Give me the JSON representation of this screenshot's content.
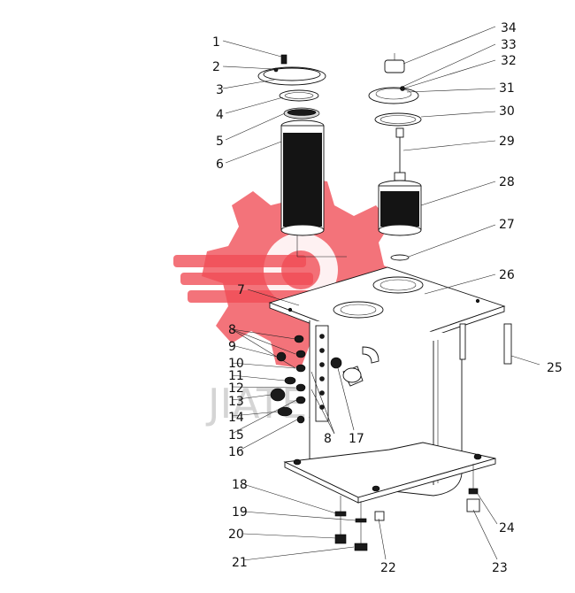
{
  "diagram": {
    "callouts": [
      "1",
      "2",
      "3",
      "4",
      "5",
      "6",
      "7",
      "8",
      "9",
      "10",
      "11",
      "12",
      "13",
      "14",
      "15",
      "16",
      "17",
      "8",
      "18",
      "19",
      "20",
      "21",
      "22",
      "23",
      "24",
      "25",
      "26",
      "27",
      "28",
      "29",
      "30",
      "31",
      "32",
      "33",
      "34"
    ]
  },
  "watermark": {
    "text": "JIATEX"
  },
  "colors": {
    "logo": "#ef4b55",
    "lines": "#111111",
    "background": "#ffffff"
  }
}
